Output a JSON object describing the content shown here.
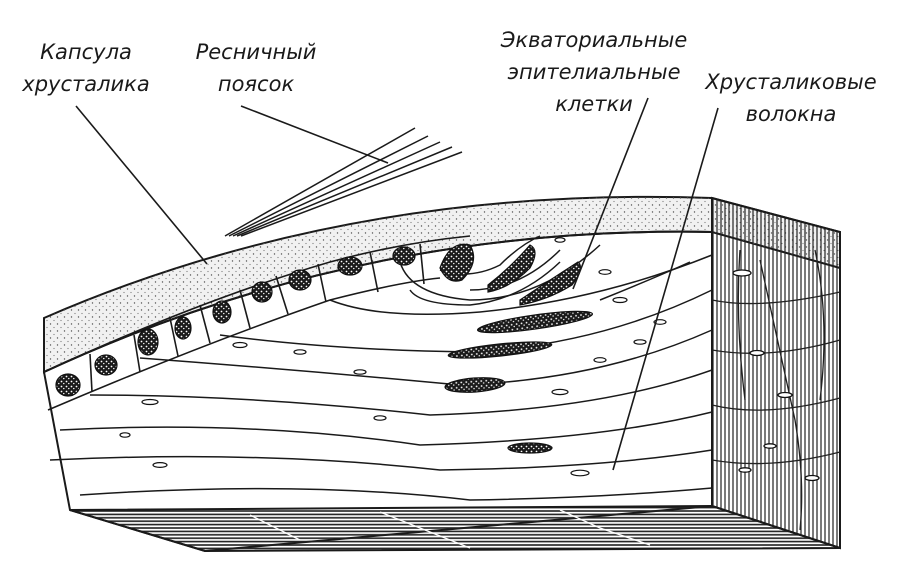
{
  "labels": {
    "capsule": [
      "Капсула",
      "хрусталика"
    ],
    "zonule": [
      "Ресничный",
      "поясок"
    ],
    "epithelium": [
      "Экваториальные",
      "эпителиальные",
      "клетки"
    ],
    "fibers": [
      "Хрусталиковые",
      "волокна"
    ]
  },
  "colors": {
    "ink": "#1a1a1a",
    "capsule_fill": "#f1f1f1",
    "paper": "#ffffff"
  }
}
